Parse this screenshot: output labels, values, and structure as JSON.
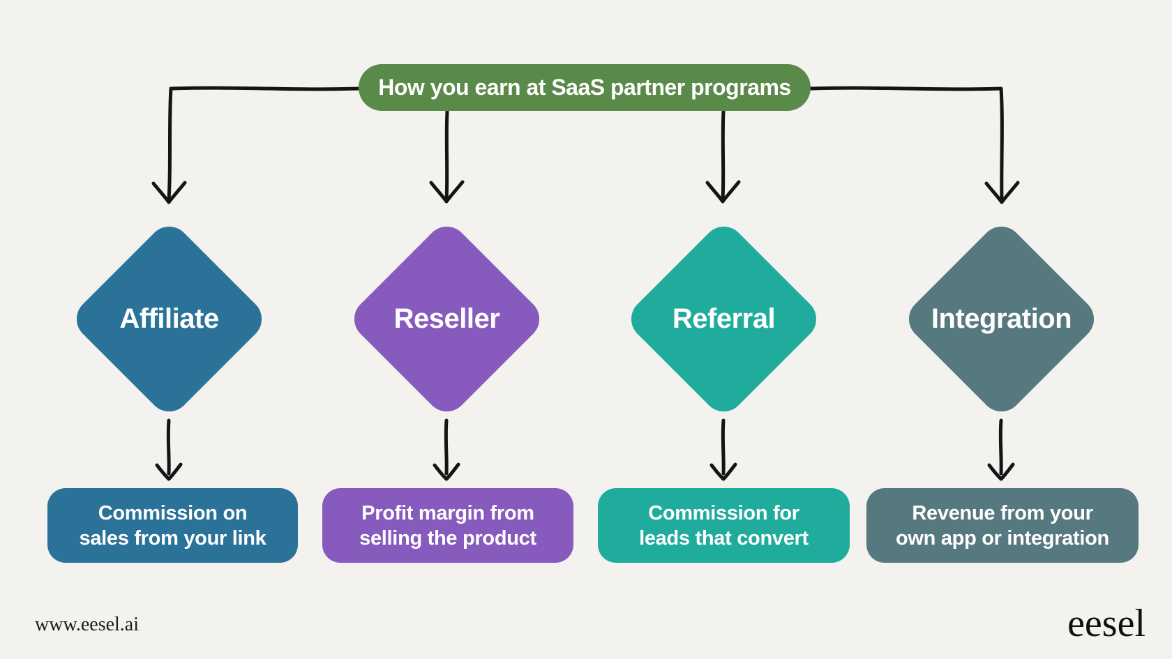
{
  "header": {
    "title": "How you earn at SaaS partner programs",
    "color": "#5a8a49",
    "text_color": "#ffffff"
  },
  "columns": [
    {
      "label": "Affiliate",
      "color": "#2a7298",
      "desc_line1": "Commission on",
      "desc_line2": "sales from your link"
    },
    {
      "label": "Reseller",
      "color": "#875abe",
      "desc_line1": "Profit margin from",
      "desc_line2": "selling the product"
    },
    {
      "label": "Referral",
      "color": "#1fac9c",
      "desc_line1": "Commission for",
      "desc_line2": "leads that convert"
    },
    {
      "label": "Integration",
      "color": "#56787f",
      "desc_line1": "Revenue from your",
      "desc_line2": "own app or integration"
    }
  ],
  "footer": {
    "website": "www.eesel.ai",
    "brand": "eesel"
  },
  "canvas": {
    "background": "#f4f2ef",
    "arrow_color": "#141414"
  }
}
